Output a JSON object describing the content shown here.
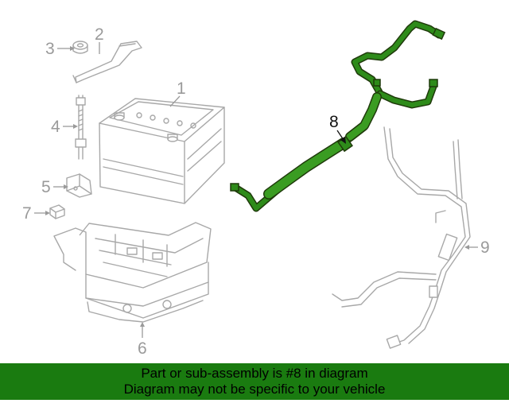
{
  "diagram": {
    "callouts": [
      {
        "id": "1",
        "text": "1"
      },
      {
        "id": "2",
        "text": "2"
      },
      {
        "id": "3",
        "text": "3"
      },
      {
        "id": "4",
        "text": "4"
      },
      {
        "id": "5",
        "text": "5"
      },
      {
        "id": "6",
        "text": "6"
      },
      {
        "id": "7",
        "text": "7"
      },
      {
        "id": "8",
        "text": "8"
      },
      {
        "id": "9",
        "text": "9"
      }
    ],
    "highlight_color": "#1a7b10",
    "part_color": "#a8a8a8"
  },
  "banner": {
    "line1": "Part or sub-assembly is #8 in diagram",
    "line2": "Diagram may not be specific to your vehicle",
    "background": "#1a7b10"
  }
}
